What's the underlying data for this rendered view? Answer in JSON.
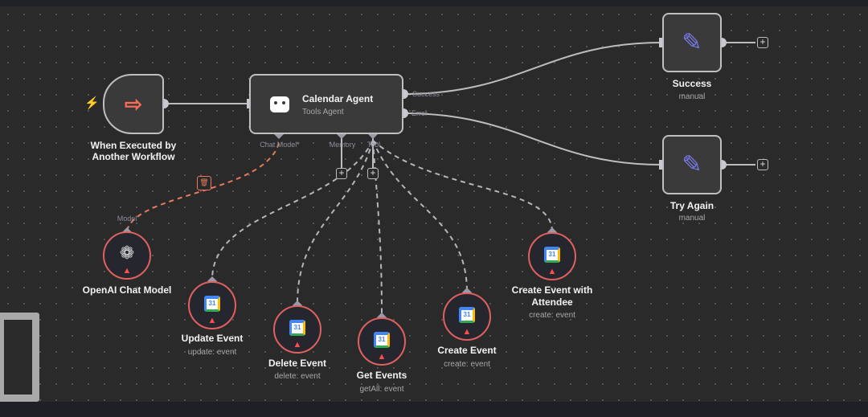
{
  "trigger": {
    "title_line1": "When Executed by",
    "title_line2": "Another Workflow",
    "icon": "sign-out-arrow-icon"
  },
  "agent": {
    "title": "Calendar Agent",
    "subtitle": "Tools Agent",
    "outputs": [
      "Success",
      "Error"
    ],
    "inputs": [
      "Chat Model*",
      "Memory",
      "Tool"
    ]
  },
  "success": {
    "title": "Success",
    "subtitle": "manual"
  },
  "try_again": {
    "title": "Try Again",
    "subtitle": "manual"
  },
  "openai": {
    "title": "OpenAI Chat Model",
    "handle": "Model"
  },
  "tools": [
    {
      "title": "Update Event",
      "subtitle": "update: event"
    },
    {
      "title": "Delete Event",
      "subtitle": "delete: event"
    },
    {
      "title": "Get Events",
      "subtitle": "getAll: event"
    },
    {
      "title": "Create Event",
      "subtitle": "create: event"
    },
    {
      "title_line1": "Create Event with",
      "title_line2": "Attendee",
      "subtitle": "create: event"
    }
  ],
  "gcal_label": "31",
  "colors": {
    "accent": "#ff6d5a",
    "error": "#e06060",
    "pen": "#7b7bf0"
  }
}
